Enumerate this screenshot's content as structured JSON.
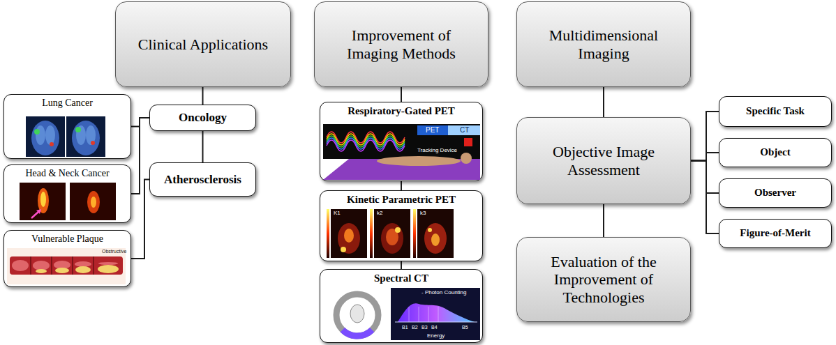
{
  "diagram": {
    "nodes": [
      {
        "text": [
          "Clinical Applications"
        ]
      },
      {
        "text": [
          "Improvement of Imaging Methods"
        ]
      },
      {
        "text": [
          "Multidimensional Imaging"
        ]
      },
      {
        "text": [
          "Lung Cancer"
        ]
      },
      {
        "text": [
          "Oncology"
        ]
      },
      {
        "text": [
          "Head & Neck Cancer"
        ]
      },
      {
        "text": [
          "Atherosclerosis"
        ]
      },
      {
        "text": [
          "Vulnerable Plaque"
        ]
      },
      {
        "text": [
          "Respiratory-Gated PET"
        ]
      },
      {
        "text": [
          "Kinetic Parametric PET"
        ]
      },
      {
        "text": [
          "Spectral CT"
        ]
      },
      {
        "text": [
          "Objective Image Assessment"
        ]
      },
      {
        "text": [
          "Specific Task"
        ]
      },
      {
        "text": [
          "Object"
        ]
      },
      {
        "text": [
          "Observer"
        ]
      },
      {
        "text": [
          "Figure-of-Merit"
        ]
      },
      {
        "text": [
          "Evaluation of the Improvement of Technologies"
        ]
      }
    ],
    "edges": [
      {
        "from": 0,
        "to": 4,
        "arrow": "none"
      },
      {
        "from": 4,
        "to": 6,
        "arrow": "none"
      },
      {
        "from": 3,
        "to": 4,
        "arrow": "none"
      },
      {
        "from": 5,
        "to": 4,
        "arrow": "none"
      },
      {
        "from": 7,
        "to": 6,
        "arrow": "none"
      },
      {
        "from": 1,
        "to": 8,
        "arrow": "none"
      },
      {
        "from": 8,
        "to": 9,
        "arrow": "none"
      },
      {
        "from": 9,
        "to": 10,
        "arrow": "none"
      },
      {
        "from": 2,
        "to": 11,
        "arrow": "none"
      },
      {
        "from": 11,
        "to": 16,
        "arrow": "none"
      },
      {
        "from": 11,
        "to": 12,
        "arrow": "none"
      },
      {
        "from": 11,
        "to": 13,
        "arrow": "none"
      },
      {
        "from": 11,
        "to": 14,
        "arrow": "none"
      },
      {
        "from": 11,
        "to": 15,
        "arrow": "none"
      }
    ],
    "labels": [
      "Obstructive",
      "PET",
      "CT",
      "Tracking Device",
      "K1",
      "k2",
      "k3",
      "- Photon Counting",
      "B1",
      "B2",
      "B3",
      "B4",
      "B5",
      "Energy"
    ]
  }
}
